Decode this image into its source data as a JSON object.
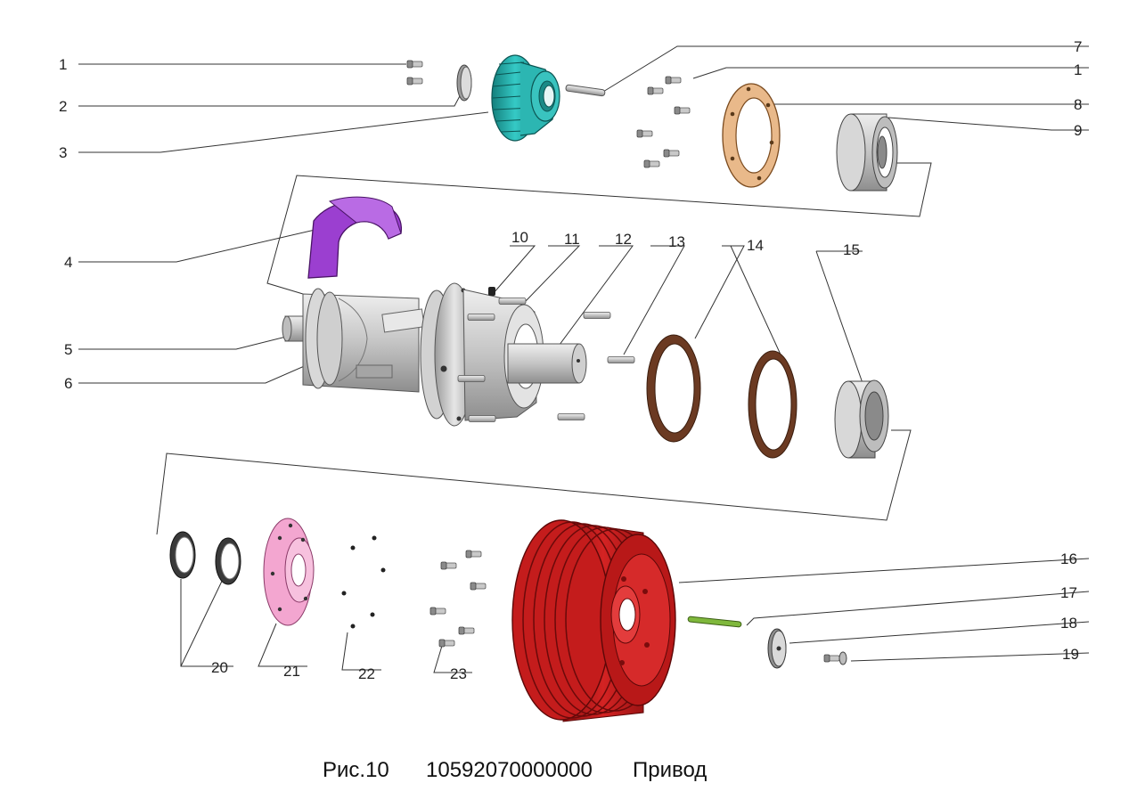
{
  "caption": {
    "figure": "Рис.10",
    "code": "10592070000000",
    "name": "Привод"
  },
  "callouts": {
    "c1a": "1",
    "c2": "2",
    "c3": "3",
    "c4": "4",
    "c5": "5",
    "c6": "6",
    "c7": "7",
    "c1b": "1",
    "c8": "8",
    "c9": "9",
    "c10": "10",
    "c11": "11",
    "c12": "12",
    "c13": "13",
    "c14": "14",
    "c15": "15",
    "c16": "16",
    "c17": "17",
    "c18": "18",
    "c19": "19",
    "c20": "20",
    "c21": "21",
    "c22": "22",
    "c23": "23"
  },
  "colors": {
    "gear": "#2bb7b4",
    "liner": "#9b3fd0",
    "gasket_flange": "#e9b98a",
    "seal_gasket": "#6b3a22",
    "flange_pink": "#f3a6d0",
    "pulley": "#c81e1e",
    "pin_green": "#7fb83c",
    "metal": "#c9c9c9"
  }
}
